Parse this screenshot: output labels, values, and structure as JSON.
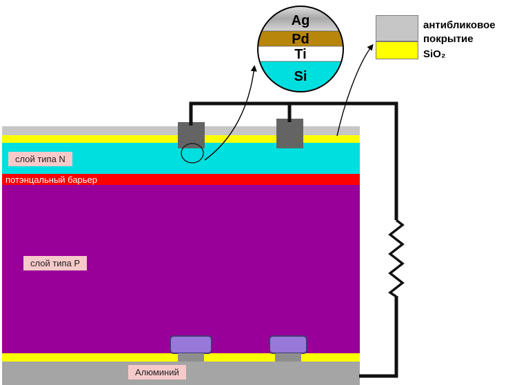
{
  "diagram": {
    "type": "solar-cell-cross-section"
  },
  "inset": {
    "layers": [
      {
        "label": "Ag",
        "color": "#c9c9c9"
      },
      {
        "label": "Pd",
        "color": "#b8860b"
      },
      {
        "label": "Ti",
        "color": "#ffffff"
      },
      {
        "label": "Si",
        "color": "#00dfdf"
      }
    ]
  },
  "legend": {
    "antireflective": {
      "line1": "антибликовое",
      "line2": "покрытие",
      "color": "#c6c6c6"
    },
    "sio2": {
      "label": "SiO₂",
      "color": "#ffff00"
    }
  },
  "cell": {
    "labels": {
      "n_layer": "слой типа N",
      "barrier": "потэнцальный барьер",
      "p_layer": "слой типа P",
      "aluminum": "Алюминий"
    },
    "layers": [
      {
        "name": "antireflective-coating",
        "color": "#c6c6c6"
      },
      {
        "name": "sio2-top",
        "color": "#ffff00"
      },
      {
        "name": "n-type-silicon",
        "color": "#00dfdf"
      },
      {
        "name": "potential-barrier",
        "color": "#ff0000"
      },
      {
        "name": "p-type-silicon",
        "color": "#990099"
      },
      {
        "name": "sio2-bottom",
        "color": "#ffff00"
      },
      {
        "name": "aluminum",
        "color": "#a5a5a5"
      }
    ],
    "top_contact_color": "#646464",
    "bottom_contact_color": "#9878d8",
    "label_bg": "#f7caca"
  }
}
